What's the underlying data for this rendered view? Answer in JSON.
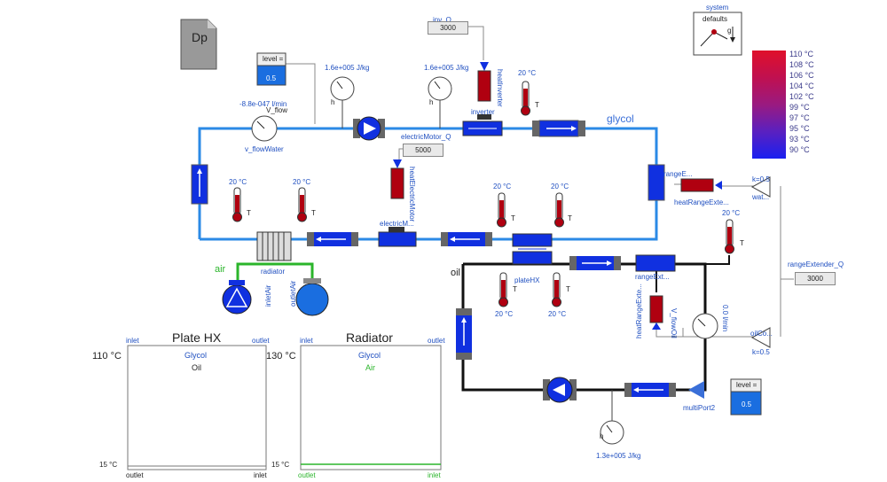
{
  "labels": {
    "level_top": "level =",
    "level_top_value": "0.5",
    "level_bottom": "level =",
    "level_bottom_value": "0.5",
    "vflow_value": "-8.8e-047 l/min",
    "vflow_name": "V_flow",
    "vflow_component": "v_flowWater",
    "h1_value": "1.6e+005 J/kg",
    "h2_value": "1.6e+005 J/kg",
    "h3_value": "1.3e+005 J/kg",
    "h_letter": "h",
    "inv_q": "inv_Q",
    "inv_q_value": "3000",
    "heat_inverter": "heatInverter",
    "inverter": "inverter",
    "electric_motor_q": "electricMotor_Q",
    "electric_motor_q_value": "5000",
    "heat_electric_motor": "heatElectricMotor",
    "electric_motor": "electricM...",
    "glycol": "glycol",
    "oil": "oil",
    "air": "air",
    "radiator": "radiator",
    "inlet_air": "inletAir",
    "outlet_air": "outletAir",
    "plate_hx": "plateHX",
    "range_ext": "rangeExt...",
    "range_ext_heat": "heatRangeExte...",
    "heat_range_exte": "heatRangeExte...",
    "range_extender_q": "rangeExtender_Q",
    "range_extender_q_value": "3000",
    "k05_a": "k=0.5",
    "k05_b": "k=0.5",
    "wat": "wat...",
    "oilco": "oilCo...",
    "range_component": "rangeE...",
    "multiport": "multiPort2",
    "vflow_oil": "V_flowOil",
    "vflow_oil_value": "0.0 l/min",
    "system": "system",
    "defaults": "defaults",
    "g": "g",
    "temp_20": "20 °C",
    "t_letter": "T",
    "dp": "Dp"
  },
  "legend": [
    "110 °C",
    "108 °C",
    "106 °C",
    "104 °C",
    "102 °C",
    "99 °C",
    "97 °C",
    "95 °C",
    "93 °C",
    "90 °C"
  ],
  "plates": {
    "hx_title": "Plate HX",
    "hx_inlet": "inlet",
    "hx_outlet": "outlet",
    "hx_glycol": "Glycol",
    "hx_oil": "Oil",
    "hx_top": "110 °C",
    "hx_bottom": "15 °C",
    "hx_bl": "outlet",
    "hx_br": "inlet",
    "rad_title": "Radiator",
    "rad_inlet": "inlet",
    "rad_outlet": "outlet",
    "rad_glycol": "Glycol",
    "rad_air": "Air",
    "rad_top": "130 °C",
    "rad_bottom": "15 °C",
    "rad_bl": "outlet",
    "rad_br": "inlet"
  },
  "colors": {
    "glycol_pipe": "#2b8ae6",
    "oil_pipe": "#111111",
    "air_pipe": "#2bb52b",
    "component_blue": "#1030e0",
    "sensor_red": "#b00010"
  }
}
